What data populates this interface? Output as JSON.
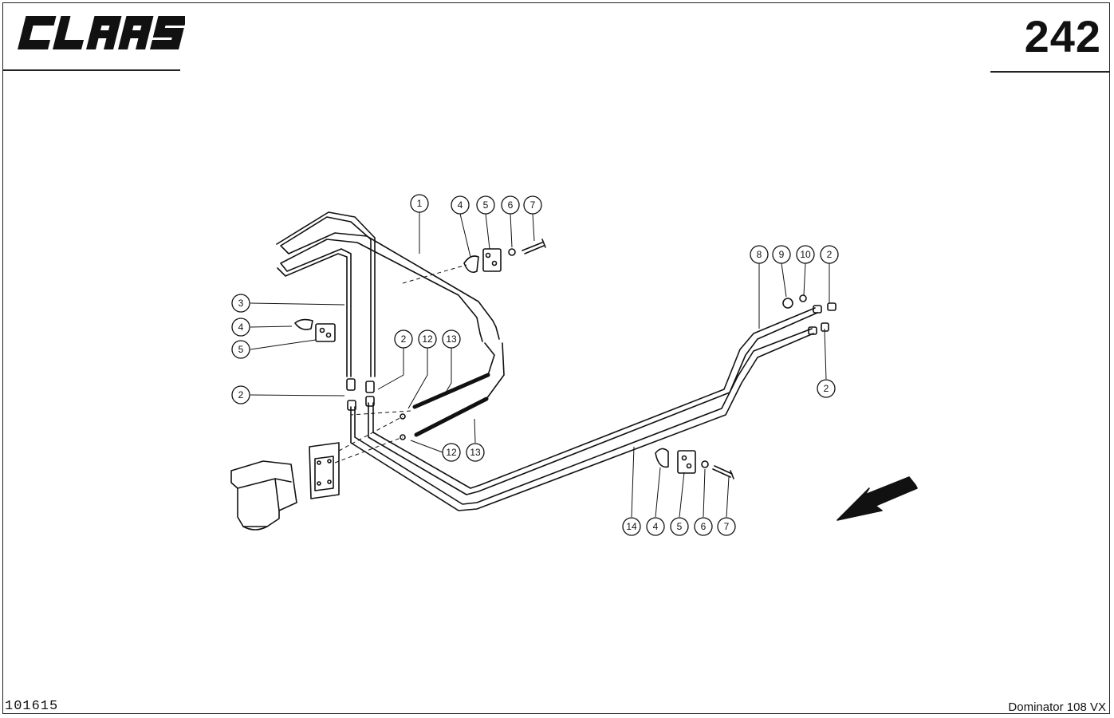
{
  "header": {
    "brand": "CLAAS",
    "page_number": "242"
  },
  "footer": {
    "doc_id": "101615",
    "model": "Dominator 108 VX"
  },
  "callouts": [
    {
      "id": "c1",
      "label": "1"
    },
    {
      "id": "c2",
      "label": "4"
    },
    {
      "id": "c3",
      "label": "5"
    },
    {
      "id": "c4",
      "label": "6"
    },
    {
      "id": "c5",
      "label": "7"
    },
    {
      "id": "c6",
      "label": "3"
    },
    {
      "id": "c7",
      "label": "4"
    },
    {
      "id": "c8",
      "label": "5"
    },
    {
      "id": "c9",
      "label": "2"
    },
    {
      "id": "c10",
      "label": "2"
    },
    {
      "id": "c11",
      "label": "12"
    },
    {
      "id": "c12",
      "label": "13"
    },
    {
      "id": "c13",
      "label": "12"
    },
    {
      "id": "c14",
      "label": "13"
    },
    {
      "id": "c15",
      "label": "8"
    },
    {
      "id": "c16",
      "label": "9"
    },
    {
      "id": "c17",
      "label": "10"
    },
    {
      "id": "c18",
      "label": "2"
    },
    {
      "id": "c19",
      "label": "2"
    },
    {
      "id": "c20",
      "label": "14"
    },
    {
      "id": "c21",
      "label": "4"
    },
    {
      "id": "c22",
      "label": "5"
    },
    {
      "id": "c23",
      "label": "6"
    },
    {
      "id": "c24",
      "label": "7"
    }
  ]
}
